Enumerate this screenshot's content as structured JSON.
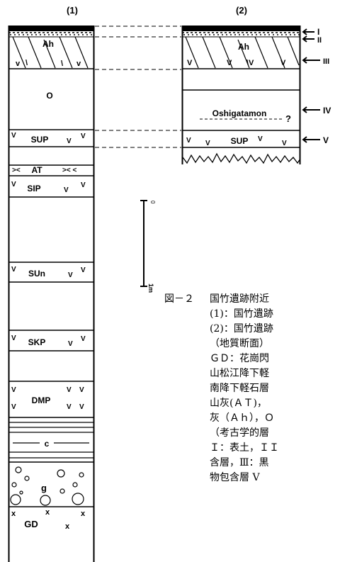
{
  "columns": {
    "col1_label": "(1)",
    "col2_label": "(2)"
  },
  "column1_layers": {
    "ah": "Ah",
    "o": "O",
    "sup": "SUP",
    "at": "AT",
    "sip": "SIP",
    "sun": "SUn",
    "skp": "SKP",
    "dmp": "DMP",
    "c": "c",
    "g": "g",
    "gd": "GD"
  },
  "column2_layers": {
    "ah": "Ah",
    "oshigatamon": "Oshigatamon",
    "question": "?",
    "sup": "SUP"
  },
  "markers": {
    "I": "I",
    "II": "II",
    "III": "III",
    "IV": "IV",
    "V": "V"
  },
  "scale": {
    "top": "0",
    "bottom": "1m"
  },
  "caption": {
    "figure_label": "図－２",
    "line1": "国竹遺跡附近",
    "line2": "(1)：国竹遺跡",
    "line3": "(2)：国竹遺跡",
    "line4": "（地質断面）",
    "line5": "ＧＤ：花崗閃",
    "line6": "山松江降下軽",
    "line7": "南降下軽石層",
    "line8": "山灰(ＡＴ)，",
    "line9": "灰（Ａｈ），Ｏ",
    "line10": "（考古学的層",
    "line11": "Ｉ：表土，ＩＩ",
    "line12": "含層，Ⅲ：黒",
    "line13": "物包含層 Ⅴ"
  }
}
